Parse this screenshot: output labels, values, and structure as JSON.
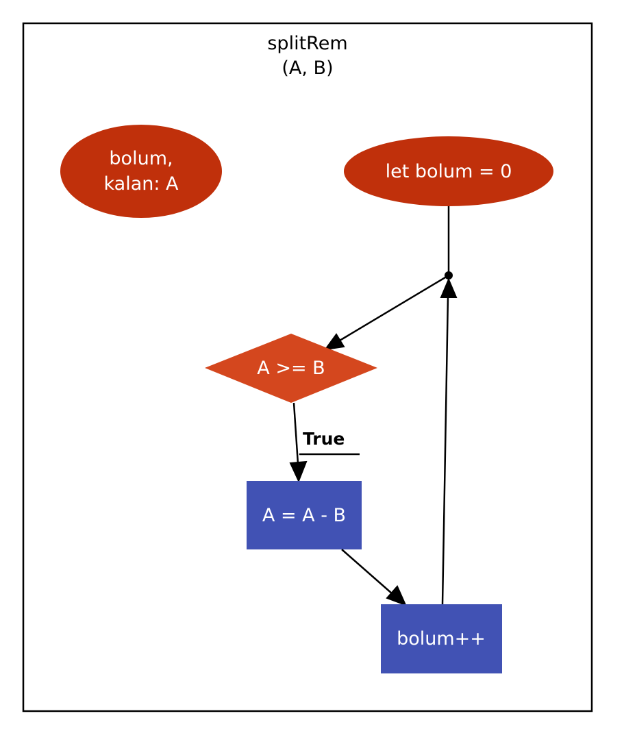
{
  "diagram": {
    "title_line1": "splitRem",
    "title_line2": "(A, B)",
    "nodes": {
      "decl": {
        "line1": "bolum,",
        "line2": "kalan: A",
        "color": "#c0300b"
      },
      "init": {
        "label": "let bolum = 0",
        "color": "#c0300b"
      },
      "cond": {
        "label": "A >= B",
        "color": "#d4471e"
      },
      "sub": {
        "label": "A = A - B",
        "color": "#4152b4"
      },
      "inc": {
        "label": "bolum++",
        "color": "#4152b4"
      }
    },
    "edges": {
      "true_label": "True"
    }
  }
}
